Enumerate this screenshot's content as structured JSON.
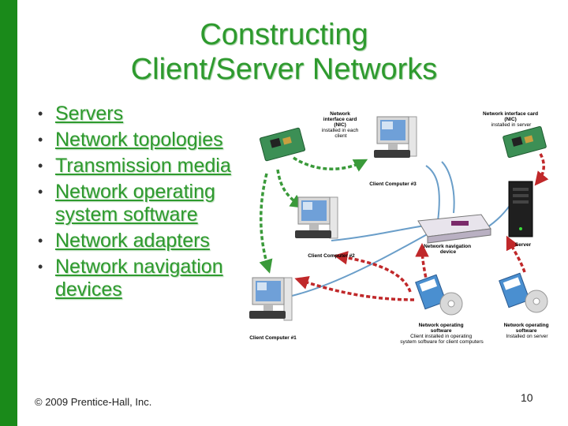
{
  "title": {
    "line1": "Constructing",
    "line2": "Client/Server Networks"
  },
  "bullets": [
    {
      "text": "Servers"
    },
    {
      "text": "Network topologies"
    },
    {
      "text": "Transmission media"
    },
    {
      "text": "Network operating system software"
    },
    {
      "text": "Network adapters"
    },
    {
      "text": "Network navigation devices"
    }
  ],
  "diagram": {
    "nic_client": [
      "Network",
      "interface card",
      "(NIC)",
      "installed in each",
      "client"
    ],
    "nic_server": [
      "Network interface card",
      "(NIC)",
      "installed in server"
    ],
    "client3": "Client Computer #3",
    "client2": "Client Computer #2",
    "client1": "Client Computer #1",
    "nav_device": [
      "Network navigation",
      "device"
    ],
    "server": "Server",
    "nos_client": [
      "Network operating",
      "software",
      "Client installed in operating",
      "system software for client computers"
    ],
    "nos_server": [
      "Network operating",
      "software",
      "Installed on server"
    ]
  },
  "footer": "© 2009 Prentice-Hall, Inc.",
  "page_number": "10",
  "colors": {
    "accent": "#2e9a2e",
    "bar": "#1a8a1a",
    "arrow_red": "#c0282a",
    "arrow_green": "#3a9a3a",
    "cable": "#6a9ec9"
  }
}
